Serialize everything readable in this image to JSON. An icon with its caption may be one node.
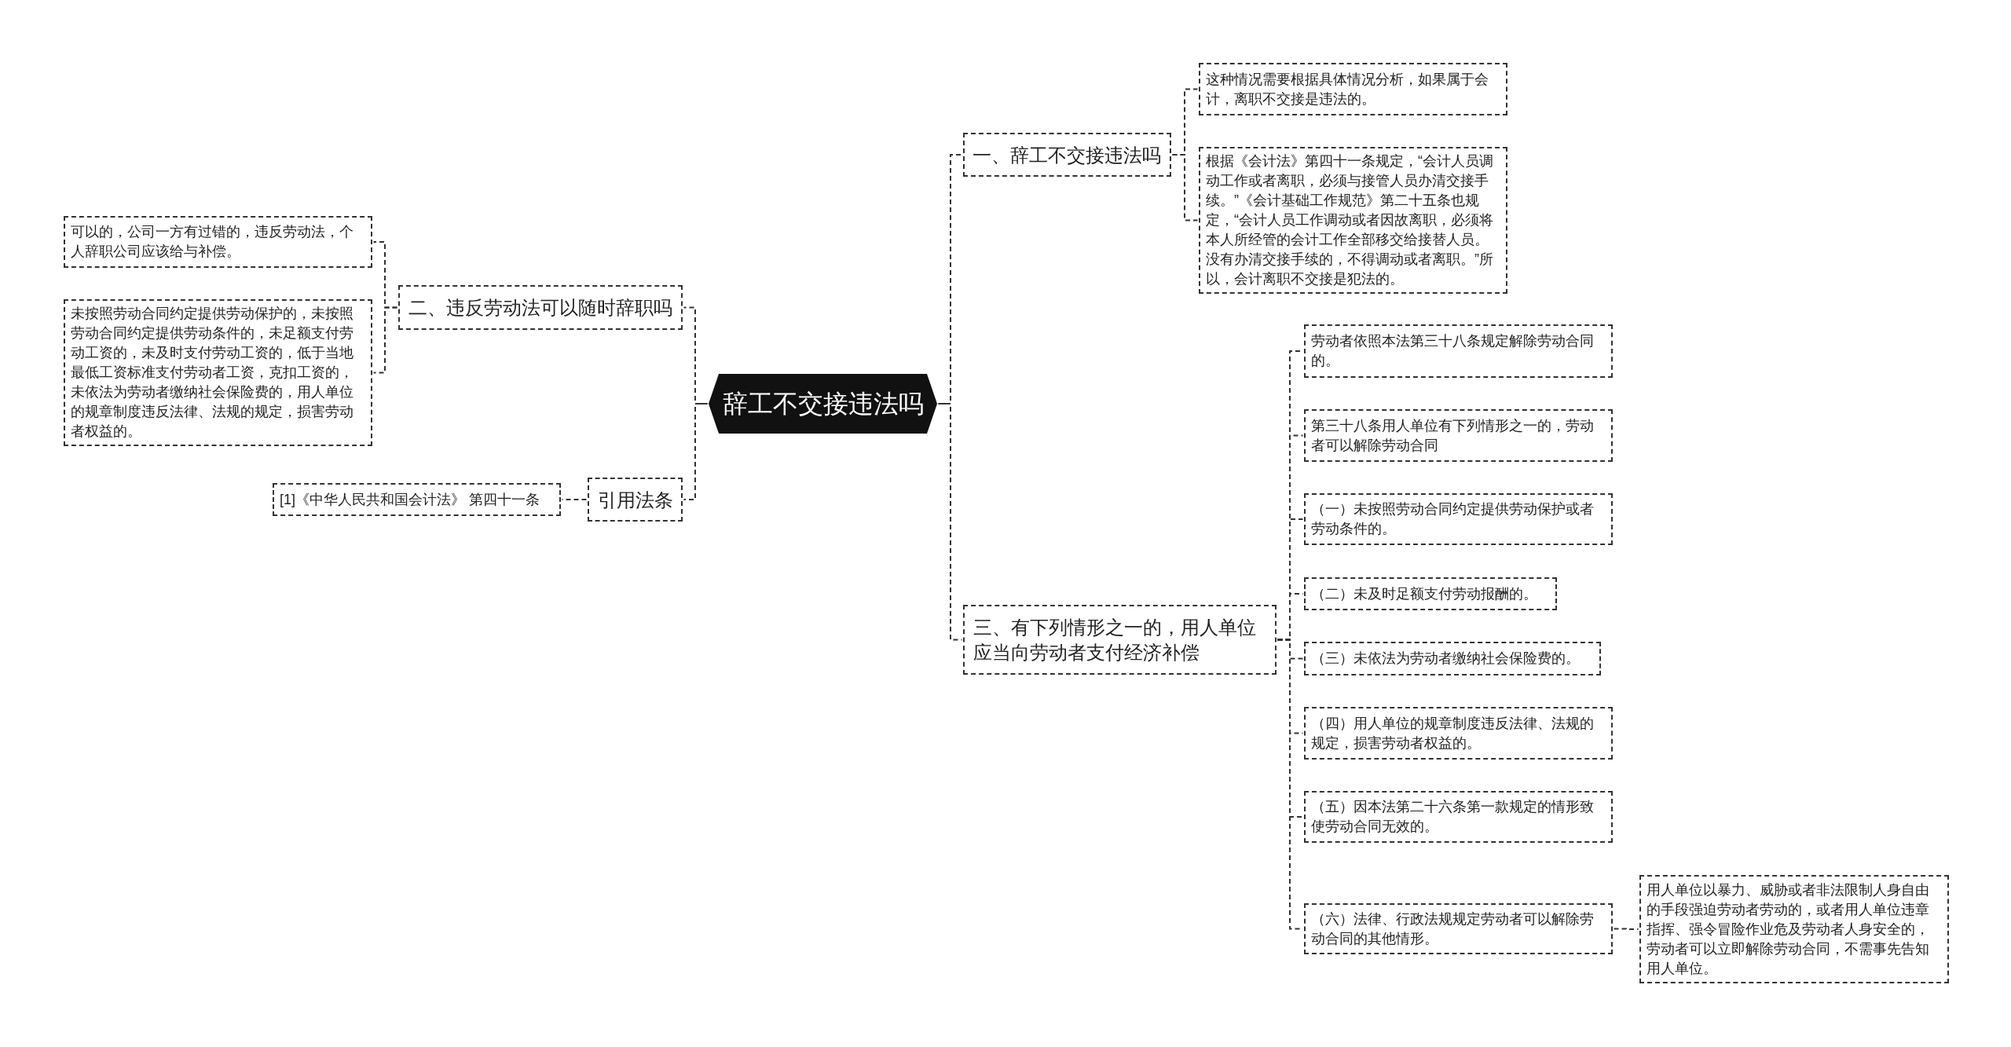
{
  "diagram": {
    "nodes": [
      {
        "text": [
          "辞工不交接违法吗"
        ]
      },
      {
        "text": [
          "一、辞工不交接违法吗"
        ]
      },
      {
        "text": [
          "这种情况需要根据具体情况分析，如果属于会计，离职不交接是违法的。"
        ]
      },
      {
        "text": [
          "根据《会计法》第四十一条规定，“会计人员调动工作或者离职，必须与接管人员办清交接手续。”《会计基础工作规范》第二十五条也规定，“会计人员工作调动或者因故离职，必须将本人所经管的会计工作全部移交给接替人员。没有办清交接手续的，不得调动或者离职。”所以，会计离职不交接是犯法的。"
        ]
      },
      {
        "text": [
          "二、违反劳动法可以随时辞职吗"
        ]
      },
      {
        "text": [
          "可以的，公司一方有过错的，违反劳动法，个人辞职公司应该给与补偿。"
        ]
      },
      {
        "text": [
          "未按照劳动合同约定提供劳动保护的，未按照劳动合同约定提供劳动条件的，未足额支付劳动工资的，未及时支付劳动工资的，低于当地最低工资标准支付劳动者工资，克扣工资的，未依法为劳动者缴纳社会保险费的，用人单位的规章制度违反法律、法规的规定，损害劳动者权益的。"
        ]
      },
      {
        "text": [
          "三、有下列情形之一的，用人单位应当向劳动者支付经济补偿"
        ]
      },
      {
        "text": [
          "劳动者依照本法第三十八条规定解除劳动合同的。"
        ]
      },
      {
        "text": [
          "第三十八条用人单位有下列情形之一的，劳动者可以解除劳动合同"
        ]
      },
      {
        "text": [
          "（一）未按照劳动合同约定提供劳动保护或者劳动条件的。"
        ]
      },
      {
        "text": [
          "（二）未及时足额支付劳动报酬的。"
        ]
      },
      {
        "text": [
          "（三）未依法为劳动者缴纳社会保险费的。"
        ]
      },
      {
        "text": [
          "（四）用人单位的规章制度违反法律、法规的规定，损害劳动者权益的。"
        ]
      },
      {
        "text": [
          "（五）因本法第二十六条第一款规定的情形致使劳动合同无效的。"
        ]
      },
      {
        "text": [
          "（六）法律、行政法规规定劳动者可以解除劳动合同的其他情形。"
        ]
      },
      {
        "text": [
          "用人单位以暴力、威胁或者非法限制人身自由的手段强迫劳动者劳动的，或者用人单位违章指挥、强令冒险作业危及劳动者人身安全的，劳动者可以立即解除劳动合同，不需事先告知用人单位。"
        ]
      },
      {
        "text": [
          "引用法条"
        ]
      },
      {
        "text": [
          "[1]《中华人民共和国会计法》 第四十一条"
        ]
      }
    ],
    "edges": [
      {
        "from": 0,
        "to": 1,
        "arrow": "none",
        "style": "dashed"
      },
      {
        "from": 1,
        "to": 2,
        "arrow": "none",
        "style": "dashed"
      },
      {
        "from": 1,
        "to": 3,
        "arrow": "none",
        "style": "dashed"
      },
      {
        "from": 0,
        "to": 4,
        "arrow": "none",
        "style": "dashed"
      },
      {
        "from": 4,
        "to": 5,
        "arrow": "none",
        "style": "dashed"
      },
      {
        "from": 4,
        "to": 6,
        "arrow": "none",
        "style": "dashed"
      },
      {
        "from": 0,
        "to": 7,
        "arrow": "none",
        "style": "dashed"
      },
      {
        "from": 7,
        "to": 8,
        "arrow": "none",
        "style": "dashed"
      },
      {
        "from": 7,
        "to": 9,
        "arrow": "none",
        "style": "dashed"
      },
      {
        "from": 7,
        "to": 10,
        "arrow": "none",
        "style": "dashed"
      },
      {
        "from": 7,
        "to": 11,
        "arrow": "none",
        "style": "dashed"
      },
      {
        "from": 7,
        "to": 12,
        "arrow": "none",
        "style": "dashed"
      },
      {
        "from": 7,
        "to": 13,
        "arrow": "none",
        "style": "dashed"
      },
      {
        "from": 7,
        "to": 14,
        "arrow": "none",
        "style": "dashed"
      },
      {
        "from": 7,
        "to": 15,
        "arrow": "none",
        "style": "dashed"
      },
      {
        "from": 15,
        "to": 16,
        "arrow": "none",
        "style": "dashed"
      },
      {
        "from": 0,
        "to": 17,
        "arrow": "none",
        "style": "dashed"
      },
      {
        "from": 17,
        "to": 18,
        "arrow": "none",
        "style": "dashed"
      }
    ]
  }
}
